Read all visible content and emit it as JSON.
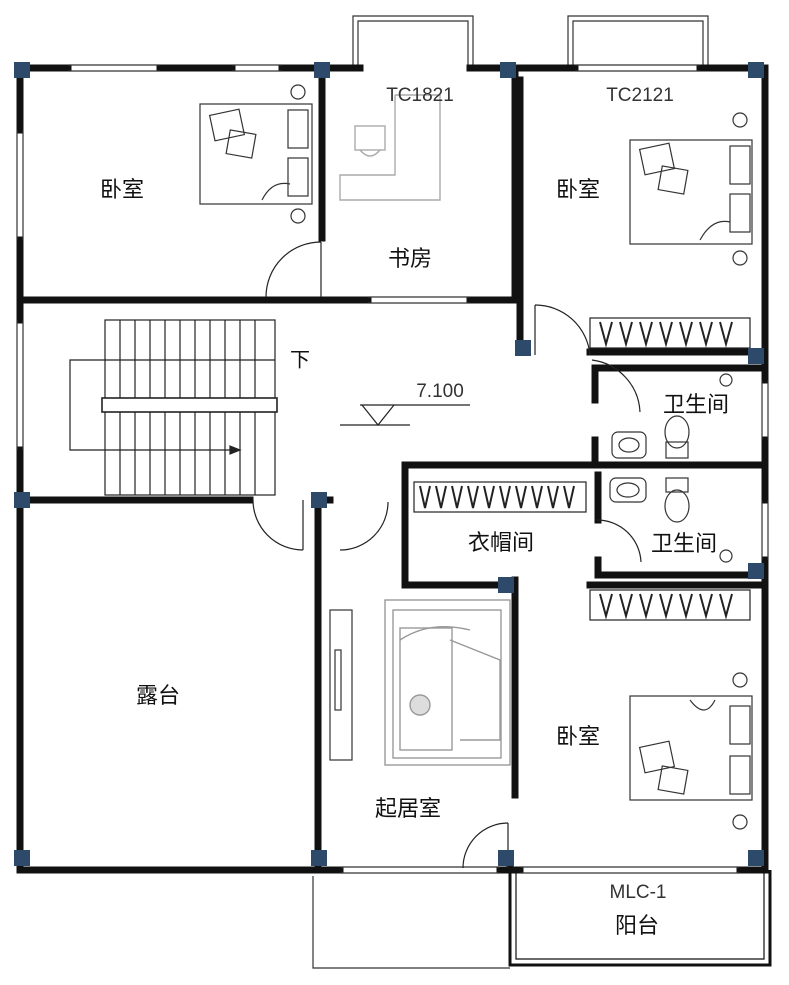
{
  "rooms": {
    "bedroom_nw": "卧室",
    "study": "书房",
    "bedroom_ne": "卧室",
    "bath_upper": "卫生间",
    "bath_lower": "卫生间",
    "cloakroom": "衣帽间",
    "terrace": "露台",
    "living": "起居室",
    "bedroom_se": "卧室",
    "balcony": "阳台"
  },
  "codes": {
    "window_study": "TC1821",
    "window_bedroom_ne": "TC2121",
    "door_balcony": "MLC-1"
  },
  "stair": {
    "down_label": "下"
  },
  "elevation": {
    "value": "7.100"
  },
  "colors": {
    "wall": "#111111",
    "column": "#2d4a6b",
    "furniture": "#555555",
    "furniture_light": "#aaaaaa"
  }
}
